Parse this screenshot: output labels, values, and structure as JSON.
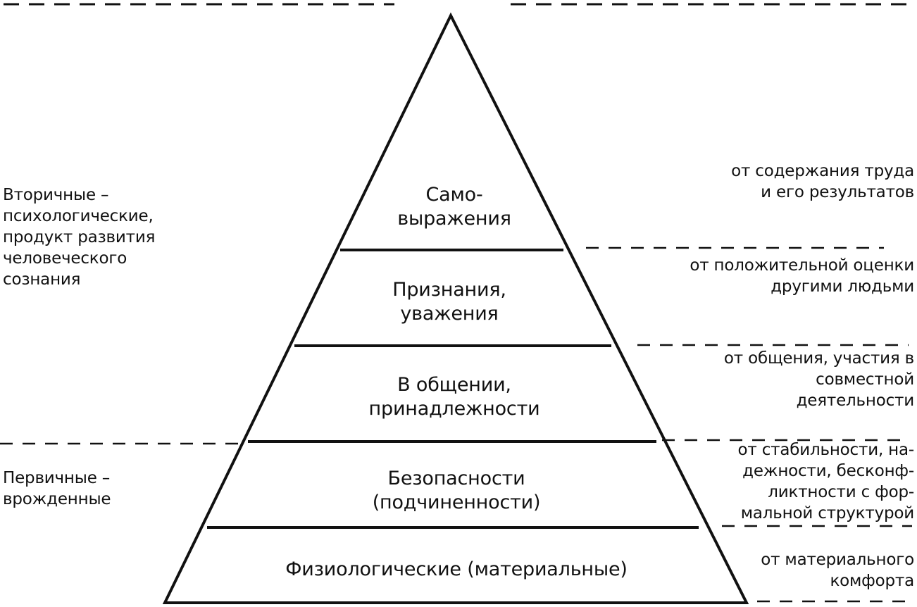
{
  "diagram": {
    "left_groups": {
      "secondary": [
        "Вторичные –",
        "психологические,",
        "продукт развития",
        "человеческого",
        "сознания"
      ],
      "primary": [
        "Первичные –",
        "врожденные"
      ]
    },
    "levels": [
      {
        "lines": [
          "Само-",
          "выражения"
        ]
      },
      {
        "lines": [
          "Признания,",
          "уважения"
        ]
      },
      {
        "lines": [
          "В общении,",
          "принадлежности"
        ]
      },
      {
        "lines": [
          "Безопасности",
          "(подчиненности)"
        ]
      },
      {
        "lines": [
          "Физиологические (материальные)"
        ]
      }
    ],
    "right_labels": [
      {
        "lines": [
          "от содержания труда",
          "и его результатов"
        ]
      },
      {
        "lines": [
          "от положительной оценки",
          "другими людьми"
        ]
      },
      {
        "lines": [
          "от общения, участия в",
          "совместной",
          "деятельности"
        ]
      },
      {
        "lines": [
          "от стабильности, на-",
          "дежности, бесконф-",
          "ликтности с фор-",
          "мальной структурой"
        ]
      },
      {
        "lines": [
          "от материального",
          "комфорта"
        ]
      }
    ],
    "colors": {
      "ink": "#111111",
      "background": "#ffffff"
    }
  }
}
